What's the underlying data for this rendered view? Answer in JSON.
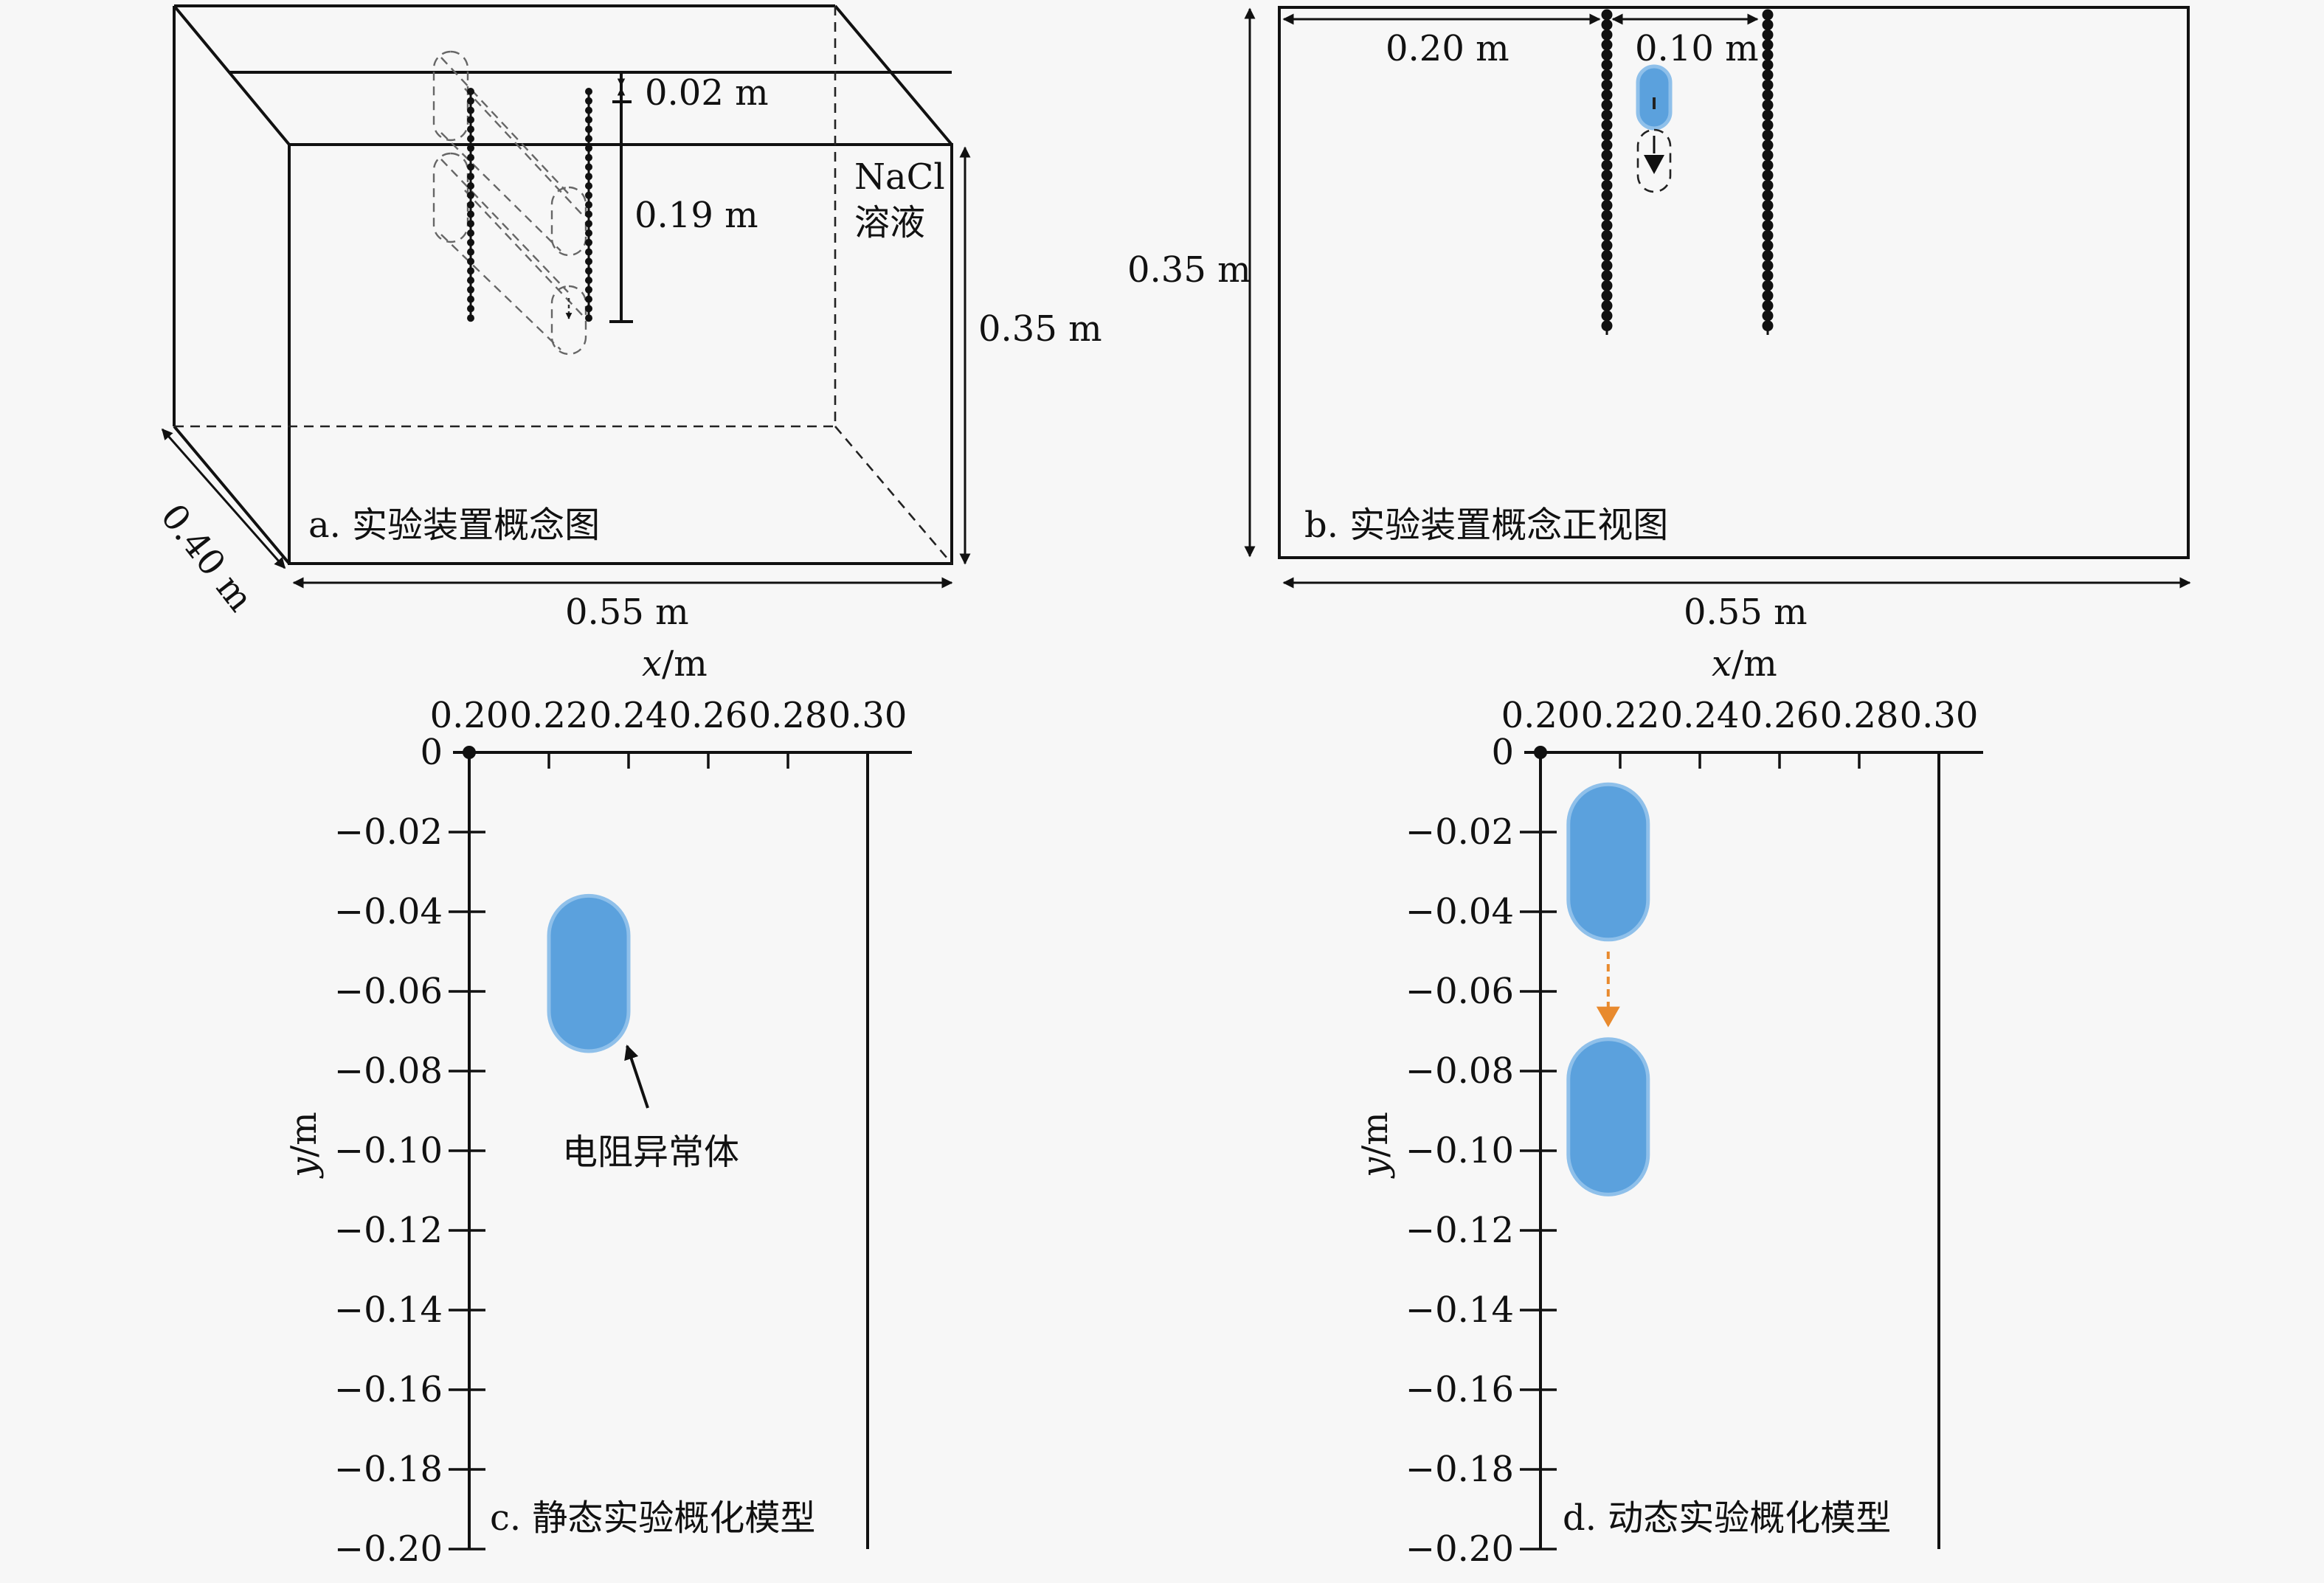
{
  "panels": {
    "a": {
      "caption": "a. 实验装置概念图",
      "solution_label_1": "NaCl",
      "solution_label_2": "溶液",
      "dims": {
        "spacing": "0.02 m",
        "depth": "0.19 m",
        "height": "0.35 m",
        "width": "0.55 m",
        "thickness": "0.40 m"
      }
    },
    "b": {
      "caption": "b. 实验装置概念正视图",
      "dims": {
        "offset": "0.20 m",
        "spacing": "0.10 m",
        "height": "0.35 m",
        "width": "0.55 m"
      }
    },
    "c": {
      "caption": "c. 静态实验概化模型",
      "anomaly_label": "电阻异常体",
      "xlabel_var": "x",
      "xlabel_unit": "/m",
      "ylabel_var": "y",
      "ylabel_unit": "/m",
      "x_ticks": [
        "0.20",
        "0.22",
        "0.24",
        "0.26",
        "0.28",
        "0.30"
      ],
      "y_ticks": [
        "0",
        "−0.02",
        "−0.04",
        "−0.06",
        "−0.08",
        "−0.10",
        "−0.12",
        "−0.14",
        "−0.16",
        "−0.18",
        "−0.20"
      ]
    },
    "d": {
      "caption": "d. 动态实验概化模型",
      "xlabel_var": "x",
      "xlabel_unit": "/m",
      "ylabel_var": "y",
      "ylabel_unit": "/m",
      "x_ticks": [
        "0.20",
        "0.22",
        "0.24",
        "0.26",
        "0.28",
        "0.30"
      ],
      "y_ticks": [
        "0",
        "−0.02",
        "−0.04",
        "−0.06",
        "−0.08",
        "−0.10",
        "−0.12",
        "−0.14",
        "−0.16",
        "−0.18",
        "−0.20"
      ]
    }
  },
  "chart_data": [
    {
      "type": "scatter",
      "panel": "c",
      "xlabel": "x/m",
      "ylabel": "y/m",
      "xlim": [
        0.2,
        0.3
      ],
      "ylim": [
        -0.2,
        0
      ],
      "electrode_top": {
        "x": 0.2,
        "y": 0
      },
      "anomalies": [
        {
          "x_min": 0.22,
          "x_max": 0.24,
          "y_top": -0.036,
          "y_bottom": -0.075
        }
      ]
    },
    {
      "type": "scatter",
      "panel": "d",
      "xlabel": "x/m",
      "ylabel": "y/m",
      "xlim": [
        0.2,
        0.3
      ],
      "ylim": [
        -0.2,
        0
      ],
      "electrode_top": {
        "x": 0.2,
        "y": 0
      },
      "anomalies": [
        {
          "x_min": 0.207,
          "x_max": 0.227,
          "y_top": -0.008,
          "y_bottom": -0.047
        },
        {
          "x_min": 0.207,
          "x_max": 0.227,
          "y_top": -0.072,
          "y_bottom": -0.111
        }
      ],
      "movement": {
        "x": 0.217,
        "y_from": -0.05,
        "y_to": -0.069
      }
    }
  ],
  "colors": {
    "anomaly": "#5ba1dd",
    "arrow_orange": "#e88a2e",
    "line": "#111111"
  }
}
